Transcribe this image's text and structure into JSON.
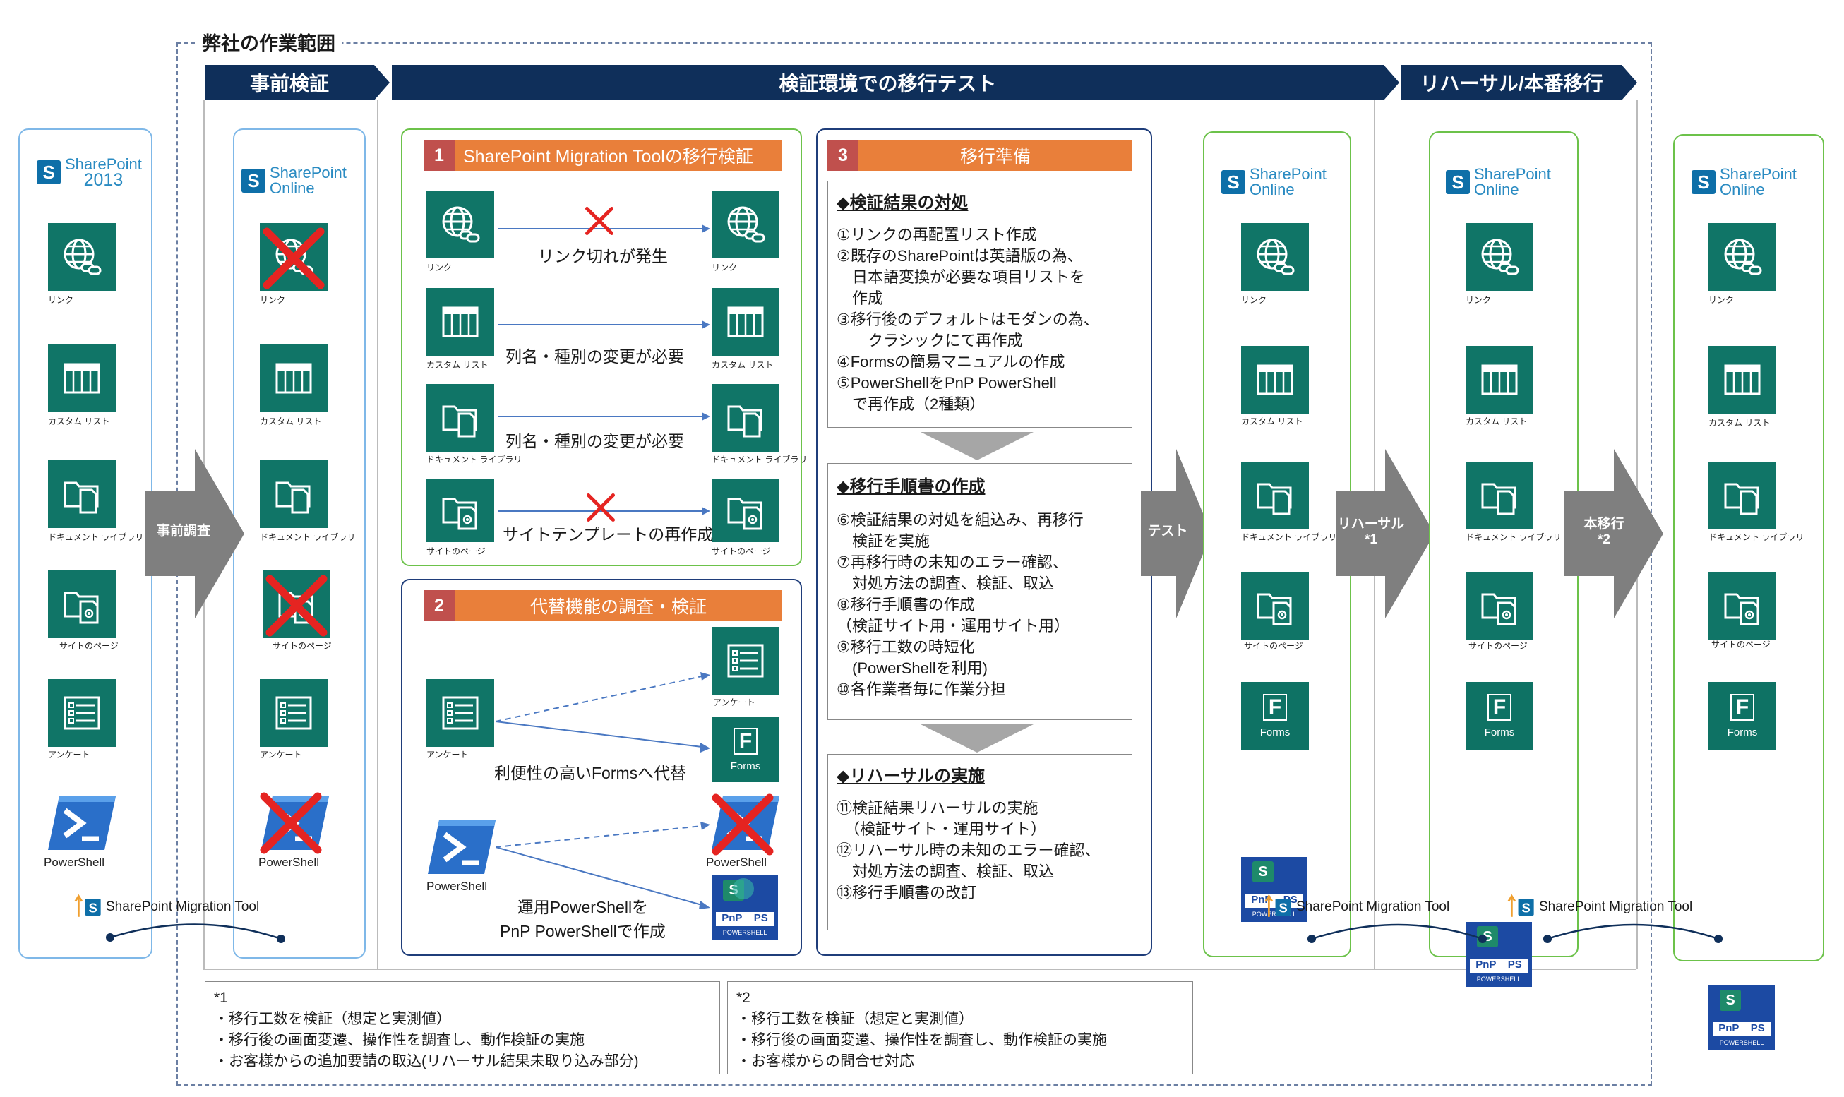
{
  "scope_title": "弊社の作業範囲",
  "headers": {
    "pre": "事前検証",
    "test": "検証環境での移行テスト",
    "rehearsal": "リハーサル/本番移行"
  },
  "sp2013": {
    "line1": "SharePoint",
    "line2": "2013"
  },
  "sp_online": {
    "line1": "SharePoint",
    "line2": "Online"
  },
  "icons": {
    "link": "リンク",
    "custom_list": "カスタム リスト",
    "doc_library": "ドキュメント ライブラリ",
    "site_pages": "サイトのページ",
    "survey": "アンケート",
    "powershell": "PowerShell",
    "forms": "Forms",
    "pnp": "PnP",
    "ps": "PS",
    "powershell_small": "POWERSHELL"
  },
  "smt_label": "SharePoint Migration Tool",
  "arrows": {
    "pre_survey": "事前調査",
    "test": "テスト",
    "rehearsal": "リハーサル",
    "rehearsal_note": "*1",
    "prod": "本移行",
    "prod_note": "*2"
  },
  "panel1": {
    "num": "1",
    "title": "SharePoint Migration Toolの移行検証",
    "rows": [
      "リンク切れが発生",
      "列名・種別の変更が必要",
      "列名・種別の変更が必要",
      "サイトテンプレートの再作成"
    ]
  },
  "panel2": {
    "num": "2",
    "title": "代替機能の調査・検証",
    "forms_label": "利便性の高いFormsへ代替",
    "ps_label": "運用PowerShellを\nPnP PowerShellで作成"
  },
  "panel3": {
    "num": "3",
    "title": "移行準備",
    "sec1_title": "◆検証結果の対処",
    "sec1_body": "①リンクの再配置リスト作成\n②既存のSharePointは英語版の為、\n　日本語変換が必要な項目リストを\n　作成\n③移行後のデフォルトはモダンの為、\n　　クラシックにて再作成\n④Formsの簡易マニュアルの作成\n⑤PowerShellをPnP PowerShell\n　で再作成（2種類）",
    "sec2_title": "◆移行手順書の作成",
    "sec2_body": "⑥検証結果の対処を組込み、再移行\n　検証を実施\n⑦再移行時の未知のエラー確認、\n　対処方法の調査、検証、取込\n⑧移行手順書の作成\n（検証サイト用・運用サイト用）\n⑨移行工数の時短化\n　(PowerShellを利用)\n⑩各作業者毎に作業分担",
    "sec3_title": "◆リハーサルの実施",
    "sec3_body": "⑪検証結果リハーサルの実施\n　（検証サイト・運用サイト）\n⑫リハーサル時の未知のエラー確認、\n　対処方法の調査、検証、取込\n⑬移行手順書の改訂"
  },
  "note1": "*1\n・移行工数を検証（想定と実測値）\n・移行後の画面変遷、操作性を調査し、動作検証の実施\n・お客様からの追加要請の取込(リハーサル結果未取り込み部分)",
  "note2": "*2\n・移行工数を検証（想定と実測値）\n・移行後の画面変遷、操作性を調査し、動作検証の実施\n・お客様からの問合せ対応",
  "colors": {
    "navy": "#0f2f5a",
    "tile": "#107567",
    "orange": "#e97f3a",
    "red": "#e52421",
    "arrow_gray": "#7f7f7f"
  }
}
